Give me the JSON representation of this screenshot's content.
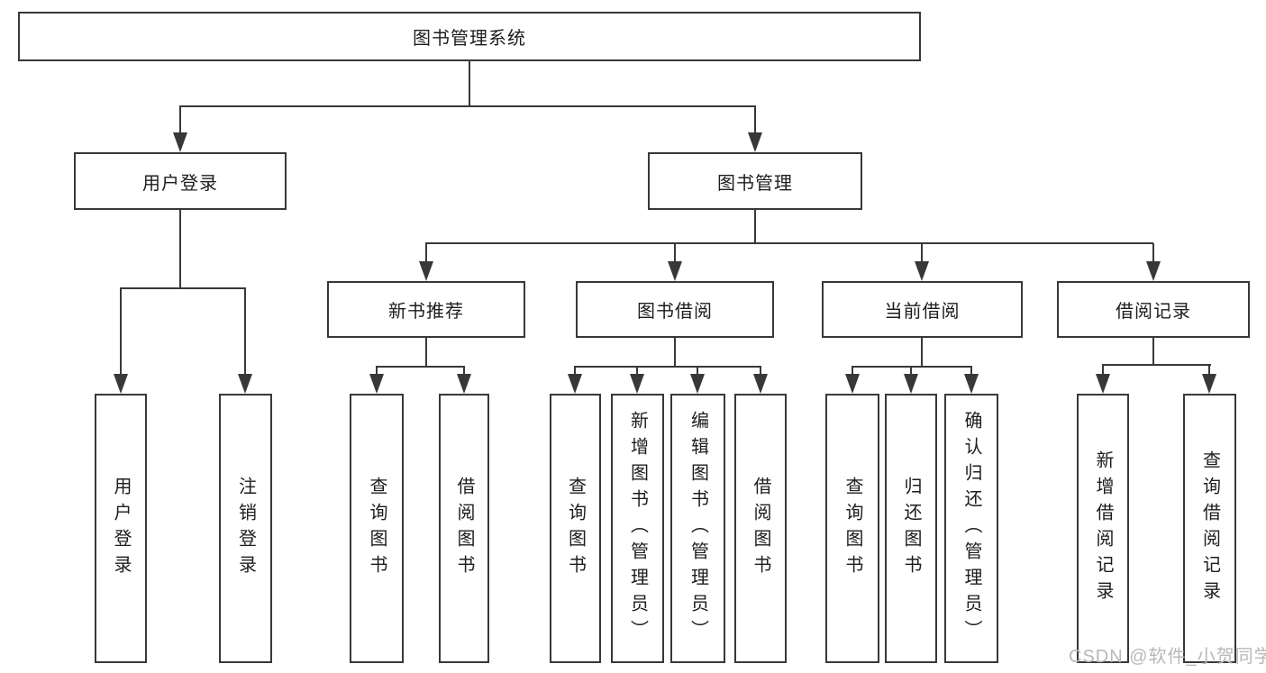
{
  "diagram_title": "图书管理系统",
  "tree": {
    "root": {
      "label": "图书管理系统"
    },
    "branches": [
      {
        "label": "用户登录",
        "children": [
          {
            "label": "用户登录"
          },
          {
            "label": "注销登录"
          }
        ]
      },
      {
        "label": "图书管理",
        "children": [
          {
            "label": "新书推荐",
            "children": [
              {
                "label": "查询图书"
              },
              {
                "label": "借阅图书"
              }
            ]
          },
          {
            "label": "图书借阅",
            "children": [
              {
                "label": "查询图书"
              },
              {
                "label": "新增图书（管理员）"
              },
              {
                "label": "编辑图书（管理员）"
              },
              {
                "label": "借阅图书"
              }
            ]
          },
          {
            "label": "当前借阅",
            "children": [
              {
                "label": "查询图书"
              },
              {
                "label": "归还图书"
              },
              {
                "label": "确认归还（管理员）"
              }
            ]
          },
          {
            "label": "借阅记录",
            "children": [
              {
                "label": "新增借阅记录"
              },
              {
                "label": "查询借阅记录"
              }
            ]
          }
        ]
      }
    ]
  },
  "watermark": "CSDN @软件_小贺同学",
  "colors": {
    "line": "#383838",
    "text": "#1d1d1d",
    "watermark": "#b8b8b8",
    "background": "#ffffff"
  }
}
